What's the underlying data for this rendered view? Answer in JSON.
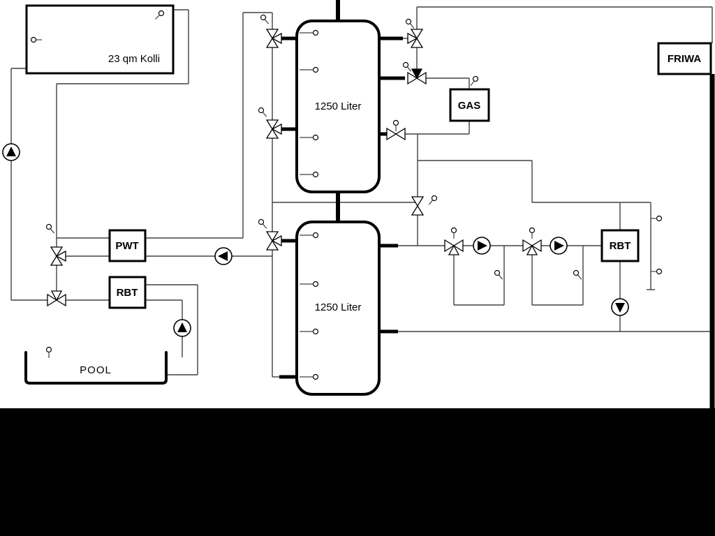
{
  "diagram": {
    "solar_collector": {
      "label": "23 qm Kolli"
    },
    "buffer_tank_top": {
      "label": "1250 Liter"
    },
    "buffer_tank_bottom": {
      "label": "1250 Liter"
    },
    "heat_exchanger": {
      "label": "PWT"
    },
    "boiler_left": {
      "label": "RBT"
    },
    "boiler_right": {
      "label": "RBT"
    },
    "gas_boiler": {
      "label": "GAS"
    },
    "fresh_water_station": {
      "label": "FRIWA"
    },
    "pool": {
      "label": "POOL"
    },
    "colors": {
      "background": "#ffffff",
      "letterbox": "#000000",
      "pipe_thin": "#404040",
      "pipe_thick": "#000000",
      "symbol_fill": "#ffffff"
    },
    "icons": {
      "pump": "circle-with-filled-triangle",
      "three_way_valve": "bowtie-triangles-with-actuator",
      "sensor": "small-circle-with-stem"
    }
  }
}
